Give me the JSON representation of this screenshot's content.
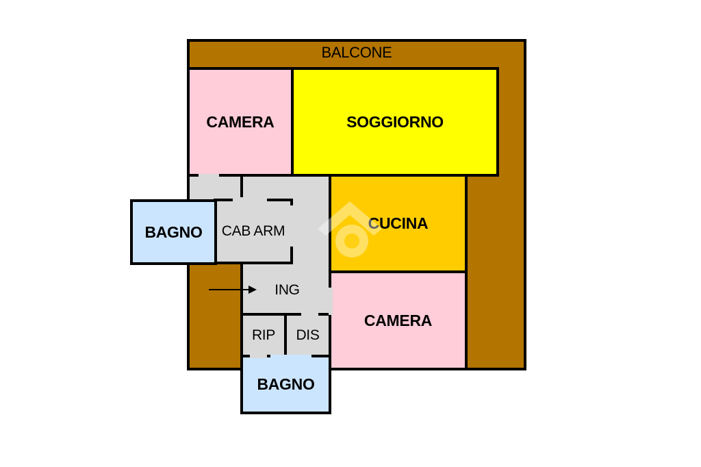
{
  "rooms": {
    "balcone": "BALCONE",
    "camera_top": "CAMERA",
    "soggiorno": "SOGGIORNO",
    "bagno_left": "BAGNO",
    "cab_arm": "CAB ARM",
    "cucina": "CUCINA",
    "ing": "ING",
    "camera_bottom": "CAMERA",
    "rip": "RIP",
    "dis": "DIS",
    "bagno_bottom": "BAGNO"
  },
  "colors": {
    "balcony": "#b37400",
    "bedroom": "#ffccd9",
    "living": "#ffff00",
    "kitchen": "#ffcc00",
    "bathroom": "#cce5ff",
    "corridor": "#d9d9d9"
  },
  "icons": [
    "entrance-arrow-icon",
    "watermark-logo-icon"
  ]
}
